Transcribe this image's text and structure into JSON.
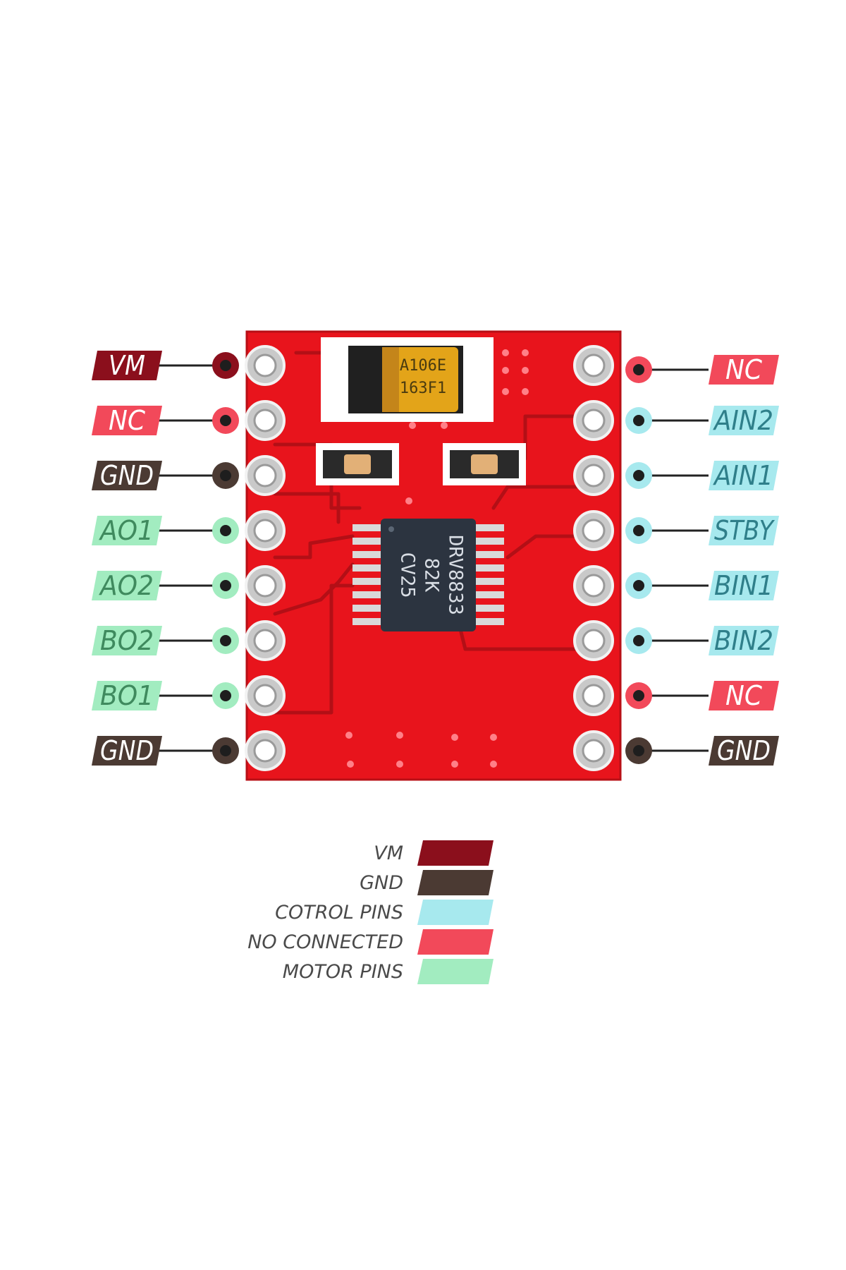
{
  "colors": {
    "vm": "#8b0f1c",
    "gnd": "#4b3a33",
    "control": "#a7e9ee",
    "nc": "#f2495a",
    "motor": "#a2ecc0",
    "board": "#e8141c",
    "board_edge": "#b80f16",
    "pad": "#c9c9c9",
    "chip": "#2c3440",
    "capacitor": "#e3a419"
  },
  "pins_left": [
    {
      "label": "VM",
      "type": "vm"
    },
    {
      "label": "NC",
      "type": "nc"
    },
    {
      "label": "GND",
      "type": "gnd"
    },
    {
      "label": "AO1",
      "type": "motor"
    },
    {
      "label": "AO2",
      "type": "motor"
    },
    {
      "label": "BO2",
      "type": "motor"
    },
    {
      "label": "BO1",
      "type": "motor"
    },
    {
      "label": "GND",
      "type": "gnd"
    }
  ],
  "pins_right": [
    {
      "label": "NC",
      "type": "nc"
    },
    {
      "label": "AIN2",
      "type": "control"
    },
    {
      "label": "AIN1",
      "type": "control"
    },
    {
      "label": "STBY",
      "type": "control"
    },
    {
      "label": "BIN1",
      "type": "control"
    },
    {
      "label": "BIN2",
      "type": "control"
    },
    {
      "label": "NC",
      "type": "nc"
    },
    {
      "label": "GND",
      "type": "gnd"
    }
  ],
  "chip": {
    "lines": [
      "DRV8833",
      "82K",
      "CV25"
    ]
  },
  "capacitor": {
    "lines": [
      "A106E",
      "163F1"
    ]
  },
  "legend": [
    {
      "label": "VM",
      "type": "vm"
    },
    {
      "label": "GND",
      "type": "gnd"
    },
    {
      "label": "COTROL PINS",
      "type": "control"
    },
    {
      "label": "NO CONNECTED",
      "type": "nc"
    },
    {
      "label": "MOTOR PINS",
      "type": "motor"
    }
  ]
}
